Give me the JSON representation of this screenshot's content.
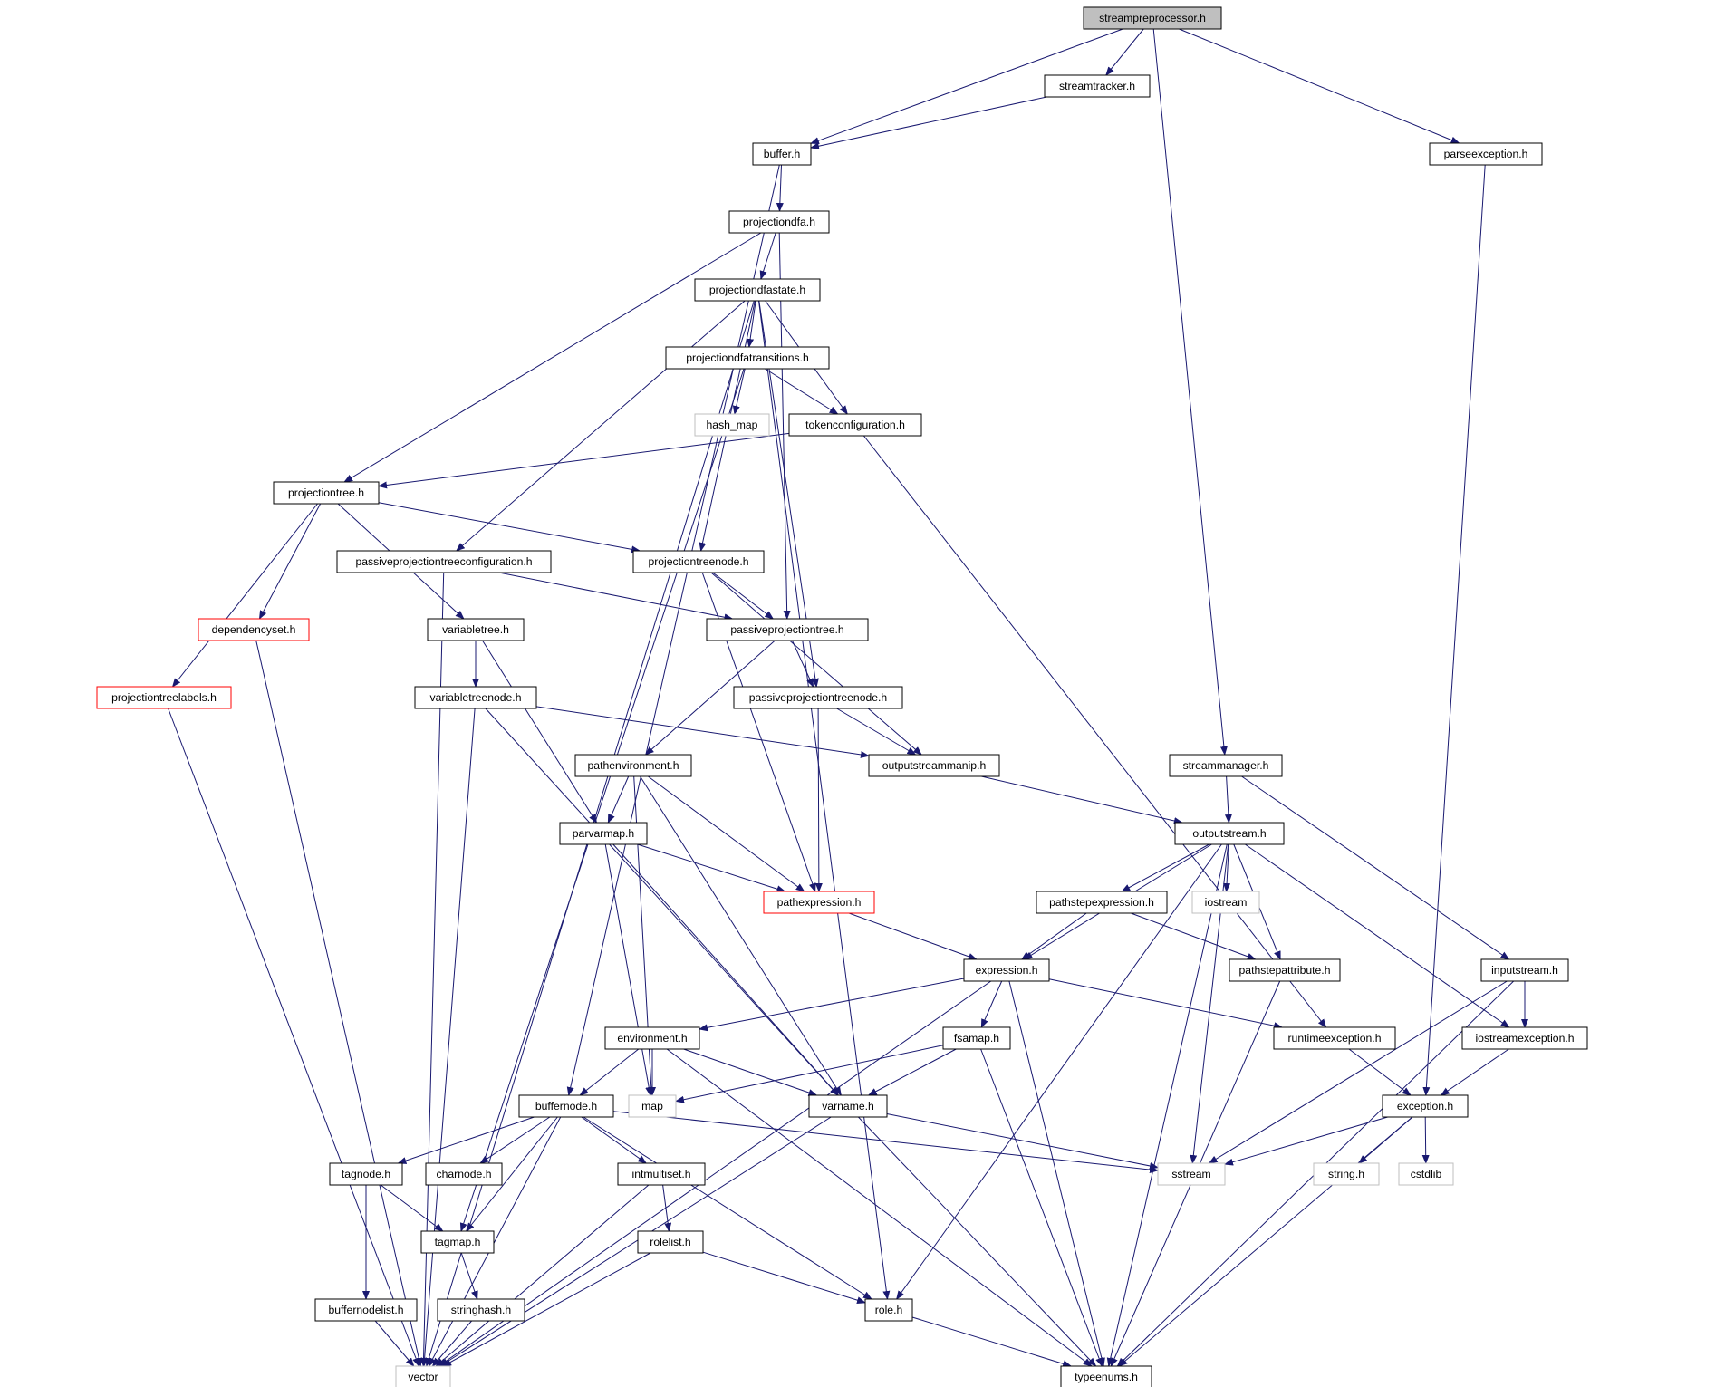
{
  "diagram": {
    "type": "include-dependency-graph",
    "colors": {
      "edge": "#191970",
      "node_border": "#000000",
      "root_fill": "#bfbfbf",
      "external_border": "#bfbfbf",
      "truncated_border": "#ff0000",
      "text": "#000000"
    },
    "nodes": [
      {
        "id": "streampreprocessor",
        "label": "streampreprocessor.h",
        "kind": "root"
      },
      {
        "id": "streamtracker",
        "label": "streamtracker.h",
        "kind": "normal"
      },
      {
        "id": "buffer",
        "label": "buffer.h",
        "kind": "normal"
      },
      {
        "id": "parseexception",
        "label": "parseexception.h",
        "kind": "normal"
      },
      {
        "id": "projectiondfa",
        "label": "projectiondfa.h",
        "kind": "normal"
      },
      {
        "id": "projectiondfastate",
        "label": "projectiondfastate.h",
        "kind": "normal"
      },
      {
        "id": "projectiondfatransitions",
        "label": "projectiondfatransitions.h",
        "kind": "normal"
      },
      {
        "id": "hash_map",
        "label": "hash_map",
        "kind": "external"
      },
      {
        "id": "tokenconfiguration",
        "label": "tokenconfiguration.h",
        "kind": "normal"
      },
      {
        "id": "projectiontree",
        "label": "projectiontree.h",
        "kind": "normal"
      },
      {
        "id": "passiveprojectiontreeconfiguration",
        "label": "passiveprojectiontreeconfiguration.h",
        "kind": "normal"
      },
      {
        "id": "projectiontreenode",
        "label": "projectiontreenode.h",
        "kind": "normal"
      },
      {
        "id": "dependencyset",
        "label": "dependencyset.h",
        "kind": "truncated"
      },
      {
        "id": "variabletree",
        "label": "variabletree.h",
        "kind": "normal"
      },
      {
        "id": "passiveprojectiontree",
        "label": "passiveprojectiontree.h",
        "kind": "normal"
      },
      {
        "id": "projectiontreelabels",
        "label": "projectiontreelabels.h",
        "kind": "truncated"
      },
      {
        "id": "variabletreenode",
        "label": "variabletreenode.h",
        "kind": "normal"
      },
      {
        "id": "passiveprojectiontreenode",
        "label": "passiveprojectiontreenode.h",
        "kind": "normal"
      },
      {
        "id": "pathenvironment",
        "label": "pathenvironment.h",
        "kind": "normal"
      },
      {
        "id": "outputstreammanip",
        "label": "outputstreammanip.h",
        "kind": "normal"
      },
      {
        "id": "streammanager",
        "label": "streammanager.h",
        "kind": "normal"
      },
      {
        "id": "parvarmap",
        "label": "parvarmap.h",
        "kind": "normal"
      },
      {
        "id": "outputstream",
        "label": "outputstream.h",
        "kind": "normal"
      },
      {
        "id": "pathexpression",
        "label": "pathexpression.h",
        "kind": "truncated"
      },
      {
        "id": "pathstepexpression",
        "label": "pathstepexpression.h",
        "kind": "normal"
      },
      {
        "id": "iostream",
        "label": "iostream",
        "kind": "external"
      },
      {
        "id": "expression",
        "label": "expression.h",
        "kind": "normal"
      },
      {
        "id": "pathstepattribute",
        "label": "pathstepattribute.h",
        "kind": "normal"
      },
      {
        "id": "inputstream",
        "label": "inputstream.h",
        "kind": "normal"
      },
      {
        "id": "environment",
        "label": "environment.h",
        "kind": "normal"
      },
      {
        "id": "fsamap",
        "label": "fsamap.h",
        "kind": "normal"
      },
      {
        "id": "runtimeexception",
        "label": "runtimeexception.h",
        "kind": "normal"
      },
      {
        "id": "iostreamexception",
        "label": "iostreamexception.h",
        "kind": "normal"
      },
      {
        "id": "buffernode",
        "label": "buffernode.h",
        "kind": "normal"
      },
      {
        "id": "map",
        "label": "map",
        "kind": "external"
      },
      {
        "id": "varname",
        "label": "varname.h",
        "kind": "normal"
      },
      {
        "id": "exception",
        "label": "exception.h",
        "kind": "normal"
      },
      {
        "id": "tagnode",
        "label": "tagnode.h",
        "kind": "normal"
      },
      {
        "id": "charnode",
        "label": "charnode.h",
        "kind": "normal"
      },
      {
        "id": "intmultiset",
        "label": "intmultiset.h",
        "kind": "normal"
      },
      {
        "id": "sstream",
        "label": "sstream",
        "kind": "external"
      },
      {
        "id": "string",
        "label": "string.h",
        "kind": "external"
      },
      {
        "id": "cstdlib",
        "label": "cstdlib",
        "kind": "external"
      },
      {
        "id": "tagmap",
        "label": "tagmap.h",
        "kind": "normal"
      },
      {
        "id": "rolelist",
        "label": "rolelist.h",
        "kind": "normal"
      },
      {
        "id": "buffernodelist",
        "label": "buffernodelist.h",
        "kind": "normal"
      },
      {
        "id": "stringhash",
        "label": "stringhash.h",
        "kind": "normal"
      },
      {
        "id": "role",
        "label": "role.h",
        "kind": "normal"
      },
      {
        "id": "vector",
        "label": "vector",
        "kind": "external"
      },
      {
        "id": "typeenums",
        "label": "typeenums.h",
        "kind": "normal"
      }
    ],
    "edges": [
      {
        "from": "streampreprocessor",
        "to": "streamtracker"
      },
      {
        "from": "streampreprocessor",
        "to": "buffer"
      },
      {
        "from": "streampreprocessor",
        "to": "parseexception"
      },
      {
        "from": "streampreprocessor",
        "to": "streammanager"
      },
      {
        "from": "streamtracker",
        "to": "buffer"
      },
      {
        "from": "buffer",
        "to": "projectiondfa"
      },
      {
        "from": "buffer",
        "to": "buffernode"
      },
      {
        "from": "parseexception",
        "to": "exception"
      },
      {
        "from": "projectiondfa",
        "to": "projectiondfastate"
      },
      {
        "from": "projectiondfa",
        "to": "projectiontree"
      },
      {
        "from": "projectiondfa",
        "to": "passiveprojectiontree"
      },
      {
        "from": "projectiondfastate",
        "to": "projectiondfatransitions"
      },
      {
        "from": "projectiondfastate",
        "to": "tokenconfiguration"
      },
      {
        "from": "projectiondfastate",
        "to": "passiveprojectiontreeconfiguration"
      },
      {
        "from": "projectiondfastate",
        "to": "projectiontreenode"
      },
      {
        "from": "projectiondfastate",
        "to": "passiveprojectiontreenode"
      },
      {
        "from": "projectiondfastate",
        "to": "role"
      },
      {
        "from": "projectiondfastate",
        "to": "vector"
      },
      {
        "from": "projectiondfatransitions",
        "to": "hash_map"
      },
      {
        "from": "projectiondfatransitions",
        "to": "tokenconfiguration"
      },
      {
        "from": "projectiondfatransitions",
        "to": "tagmap"
      },
      {
        "from": "tokenconfiguration",
        "to": "projectiontree"
      },
      {
        "from": "tokenconfiguration",
        "to": "runtimeexception"
      },
      {
        "from": "projectiontree",
        "to": "projectiontreenode"
      },
      {
        "from": "projectiontree",
        "to": "dependencyset"
      },
      {
        "from": "projectiontree",
        "to": "projectiontreelabels"
      },
      {
        "from": "projectiontree",
        "to": "variabletree"
      },
      {
        "from": "passiveprojectiontreeconfiguration",
        "to": "passiveprojectiontree"
      },
      {
        "from": "passiveprojectiontreeconfiguration",
        "to": "vector"
      },
      {
        "from": "projectiontreenode",
        "to": "passiveprojectiontree"
      },
      {
        "from": "projectiontreenode",
        "to": "outputstreammanip"
      },
      {
        "from": "projectiontreenode",
        "to": "pathexpression"
      },
      {
        "from": "dependencyset",
        "to": "vector"
      },
      {
        "from": "variabletree",
        "to": "variabletreenode"
      },
      {
        "from": "variabletree",
        "to": "parvarmap"
      },
      {
        "from": "passiveprojectiontree",
        "to": "passiveprojectiontreenode"
      },
      {
        "from": "passiveprojectiontree",
        "to": "pathenvironment"
      },
      {
        "from": "projectiontreelabels",
        "to": "vector"
      },
      {
        "from": "variabletreenode",
        "to": "outputstreammanip"
      },
      {
        "from": "variabletreenode",
        "to": "varname"
      },
      {
        "from": "variabletreenode",
        "to": "vector"
      },
      {
        "from": "passiveprojectiontreenode",
        "to": "outputstreammanip"
      },
      {
        "from": "passiveprojectiontreenode",
        "to": "pathexpression"
      },
      {
        "from": "pathenvironment",
        "to": "parvarmap"
      },
      {
        "from": "pathenvironment",
        "to": "pathexpression"
      },
      {
        "from": "pathenvironment",
        "to": "map"
      },
      {
        "from": "pathenvironment",
        "to": "varname"
      },
      {
        "from": "outputstreammanip",
        "to": "outputstream"
      },
      {
        "from": "streammanager",
        "to": "outputstream"
      },
      {
        "from": "streammanager",
        "to": "inputstream"
      },
      {
        "from": "parvarmap",
        "to": "pathexpression"
      },
      {
        "from": "parvarmap",
        "to": "map"
      },
      {
        "from": "parvarmap",
        "to": "varname"
      },
      {
        "from": "outputstream",
        "to": "pathstepexpression"
      },
      {
        "from": "outputstream",
        "to": "iostream"
      },
      {
        "from": "outputstream",
        "to": "expression"
      },
      {
        "from": "outputstream",
        "to": "pathstepattribute"
      },
      {
        "from": "outputstream",
        "to": "sstream"
      },
      {
        "from": "outputstream",
        "to": "iostreamexception"
      },
      {
        "from": "outputstream",
        "to": "role"
      },
      {
        "from": "outputstream",
        "to": "typeenums"
      },
      {
        "from": "pathexpression",
        "to": "expression"
      },
      {
        "from": "pathstepexpression",
        "to": "expression"
      },
      {
        "from": "pathstepexpression",
        "to": "pathstepattribute"
      },
      {
        "from": "expression",
        "to": "environment"
      },
      {
        "from": "expression",
        "to": "fsamap"
      },
      {
        "from": "expression",
        "to": "runtimeexception"
      },
      {
        "from": "expression",
        "to": "vector"
      },
      {
        "from": "expression",
        "to": "typeenums"
      },
      {
        "from": "pathstepattribute",
        "to": "typeenums"
      },
      {
        "from": "inputstream",
        "to": "iostreamexception"
      },
      {
        "from": "inputstream",
        "to": "sstream"
      },
      {
        "from": "inputstream",
        "to": "typeenums"
      },
      {
        "from": "environment",
        "to": "buffernode"
      },
      {
        "from": "environment",
        "to": "map"
      },
      {
        "from": "environment",
        "to": "varname"
      },
      {
        "from": "environment",
        "to": "typeenums"
      },
      {
        "from": "fsamap",
        "to": "map"
      },
      {
        "from": "fsamap",
        "to": "varname"
      },
      {
        "from": "fsamap",
        "to": "typeenums"
      },
      {
        "from": "runtimeexception",
        "to": "exception"
      },
      {
        "from": "iostreamexception",
        "to": "exception"
      },
      {
        "from": "buffernode",
        "to": "tagnode"
      },
      {
        "from": "buffernode",
        "to": "charnode"
      },
      {
        "from": "buffernode",
        "to": "intmultiset"
      },
      {
        "from": "buffernode",
        "to": "tagmap"
      },
      {
        "from": "buffernode",
        "to": "role"
      },
      {
        "from": "buffernode",
        "to": "sstream"
      },
      {
        "from": "buffernode",
        "to": "vector"
      },
      {
        "from": "varname",
        "to": "sstream"
      },
      {
        "from": "varname",
        "to": "vector"
      },
      {
        "from": "varname",
        "to": "typeenums"
      },
      {
        "from": "exception",
        "to": "sstream"
      },
      {
        "from": "exception",
        "to": "string"
      },
      {
        "from": "exception",
        "to": "cstdlib"
      },
      {
        "from": "exception",
        "to": "typeenums"
      },
      {
        "from": "tagnode",
        "to": "tagmap"
      },
      {
        "from": "tagnode",
        "to": "buffernodelist"
      },
      {
        "from": "intmultiset",
        "to": "rolelist"
      },
      {
        "from": "intmultiset",
        "to": "vector"
      },
      {
        "from": "tagmap",
        "to": "stringhash"
      },
      {
        "from": "rolelist",
        "to": "role"
      },
      {
        "from": "rolelist",
        "to": "vector"
      },
      {
        "from": "buffernodelist",
        "to": "vector"
      },
      {
        "from": "stringhash",
        "to": "vector"
      },
      {
        "from": "role",
        "to": "typeenums"
      }
    ]
  }
}
